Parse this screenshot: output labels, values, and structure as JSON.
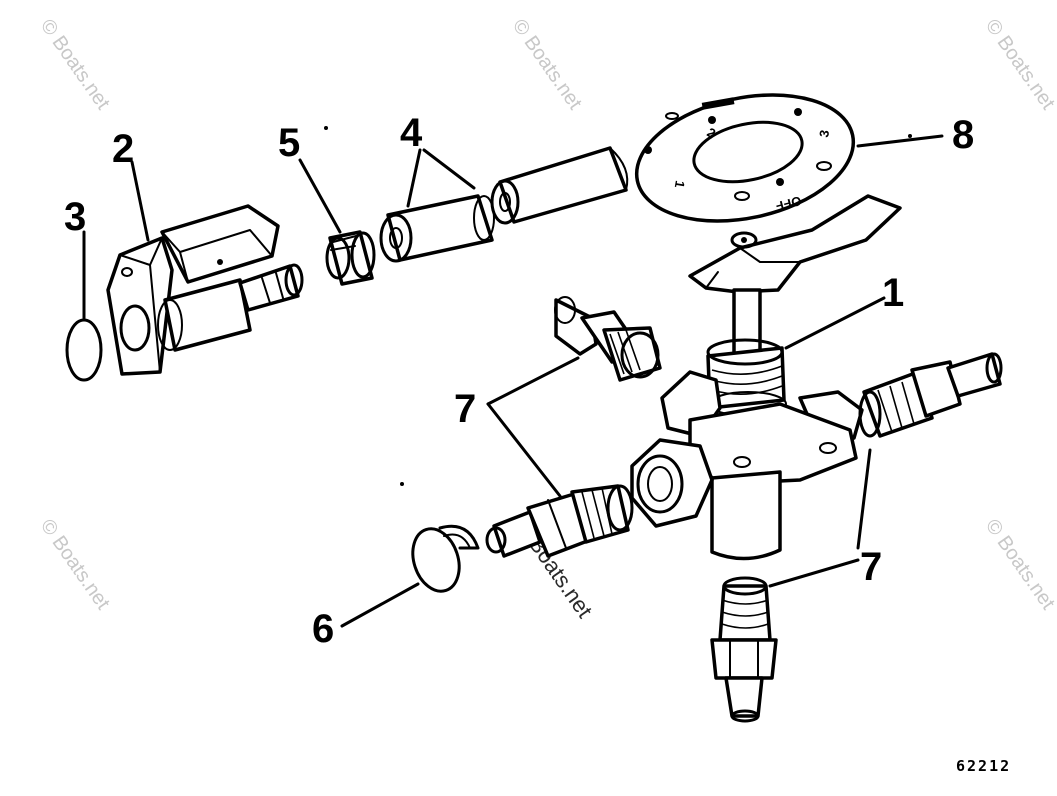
{
  "diagram": {
    "reference_number": "62212",
    "callouts": [
      "1",
      "2",
      "3",
      "4",
      "5",
      "6",
      "7",
      "7",
      "8"
    ],
    "dial_marks": [
      "OFF",
      "1",
      "2",
      "3"
    ],
    "watermark": "© Boats.net"
  }
}
